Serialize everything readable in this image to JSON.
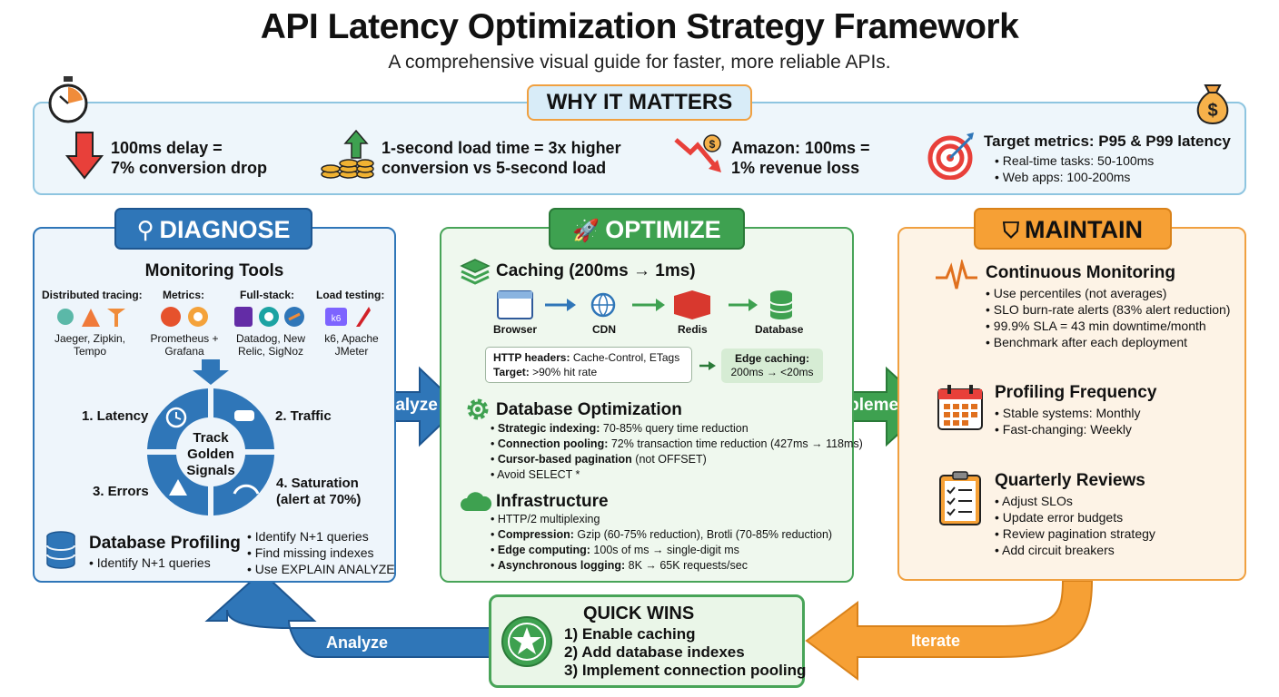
{
  "header": {
    "title": "API Latency Optimization Strategy Framework",
    "subtitle": "A comprehensive visual guide for faster, more reliable APIs."
  },
  "why": {
    "title": "WHY IT MATTERS",
    "stat1": [
      "100ms delay =",
      "7% conversion drop"
    ],
    "stat2": [
      "1-second load time = 3x higher",
      "conversion vs 5-second load"
    ],
    "stat3": [
      "Amazon: 100ms =",
      "1% revenue loss"
    ],
    "target_title": "Target metrics: P95 & P99 latency",
    "target_items": [
      "Real-time tasks: 50-100ms",
      "Web apps: 100-200ms"
    ]
  },
  "diagnose": {
    "title": "DIAGNOSE",
    "monitoring_title": "Monitoring Tools",
    "tools": [
      {
        "label": "Distributed tracing:",
        "names": [
          "Jaeger, Zipkin,",
          "Tempo"
        ]
      },
      {
        "label": "Metrics:",
        "names": [
          "Prometheus +",
          "Grafana"
        ]
      },
      {
        "label": "Full-stack:",
        "names": [
          "Datadog, New",
          "Relic, SigNoz"
        ]
      },
      {
        "label": "Load testing:",
        "names": [
          "k6, Apache",
          "JMeter"
        ]
      }
    ],
    "golden_center": [
      "Track",
      "Golden",
      "Signals"
    ],
    "signals": [
      "1. Latency",
      "2. Traffic",
      "3. Errors",
      "4. Saturation",
      "(alert at 70%)"
    ],
    "profiling_title": "Database Profiling",
    "profiling_left": "Identify N+1 queries",
    "profiling_right": [
      "Identify N+1 queries",
      "Find missing indexes",
      "Use EXPLAIN ANALYZE"
    ]
  },
  "optimize": {
    "title": "OPTIMIZE",
    "caching_title": "Caching (200ms → 1ms)",
    "flow": [
      "Browser",
      "CDN",
      "Redis",
      "Database"
    ],
    "http_headers_label": "HTTP headers:",
    "http_headers_value": "Cache-Control, ETags",
    "target_label": "Target:",
    "target_value": ">90% hit rate",
    "edge_title": "Edge caching:",
    "edge_value": "200ms → <20ms",
    "db_title": "Database Optimization",
    "db_items": [
      {
        "b": "Strategic indexing:",
        "t": "70-85% query time reduction"
      },
      {
        "b": "Connection pooling:",
        "t": "72% transaction time reduction (427ms → 118ms)"
      },
      {
        "b": "Cursor-based pagination",
        "t": "(not OFFSET)"
      },
      {
        "b": "",
        "t": "Avoid SELECT *"
      }
    ],
    "infra_title": "Infrastructure",
    "infra_items": [
      {
        "b": "",
        "t": "HTTP/2 multiplexing"
      },
      {
        "b": "Compression:",
        "t": "Gzip (60-75% reduction), Brotli (70-85% reduction)"
      },
      {
        "b": "Edge computing:",
        "t": "100s of ms → single-digit ms"
      },
      {
        "b": "Asynchronous logging:",
        "t": "8K → 65K requests/sec"
      }
    ]
  },
  "maintain": {
    "title": "MAINTAIN",
    "monitoring_title": "Continuous Monitoring",
    "monitoring_items": [
      "Use percentiles (not averages)",
      "SLO burn-rate alerts (83% alert reduction)",
      "99.9% SLA = 43 min downtime/month",
      "Benchmark after each deployment"
    ],
    "profiling_title": "Profiling Frequency",
    "profiling_items": [
      "Stable systems: Monthly",
      "Fast-changing: Weekly"
    ],
    "reviews_title": "Quarterly Reviews",
    "reviews_items": [
      "Adjust SLOs",
      "Update error budgets",
      "Review pagination strategy",
      "Add circuit breakers"
    ]
  },
  "arrows": {
    "analyze_right": "Analyze",
    "implement": "Implement",
    "analyze_bottom": "Analyze",
    "iterate": "Iterate"
  },
  "quick_wins": {
    "title": "QUICK WINS",
    "items": [
      "1) Enable caching",
      "2) Add database indexes",
      "3) Implement connection pooling"
    ]
  },
  "colors": {
    "diagnose": "#2f76b8",
    "optimize": "#3ea150",
    "maintain": "#f6a035"
  }
}
